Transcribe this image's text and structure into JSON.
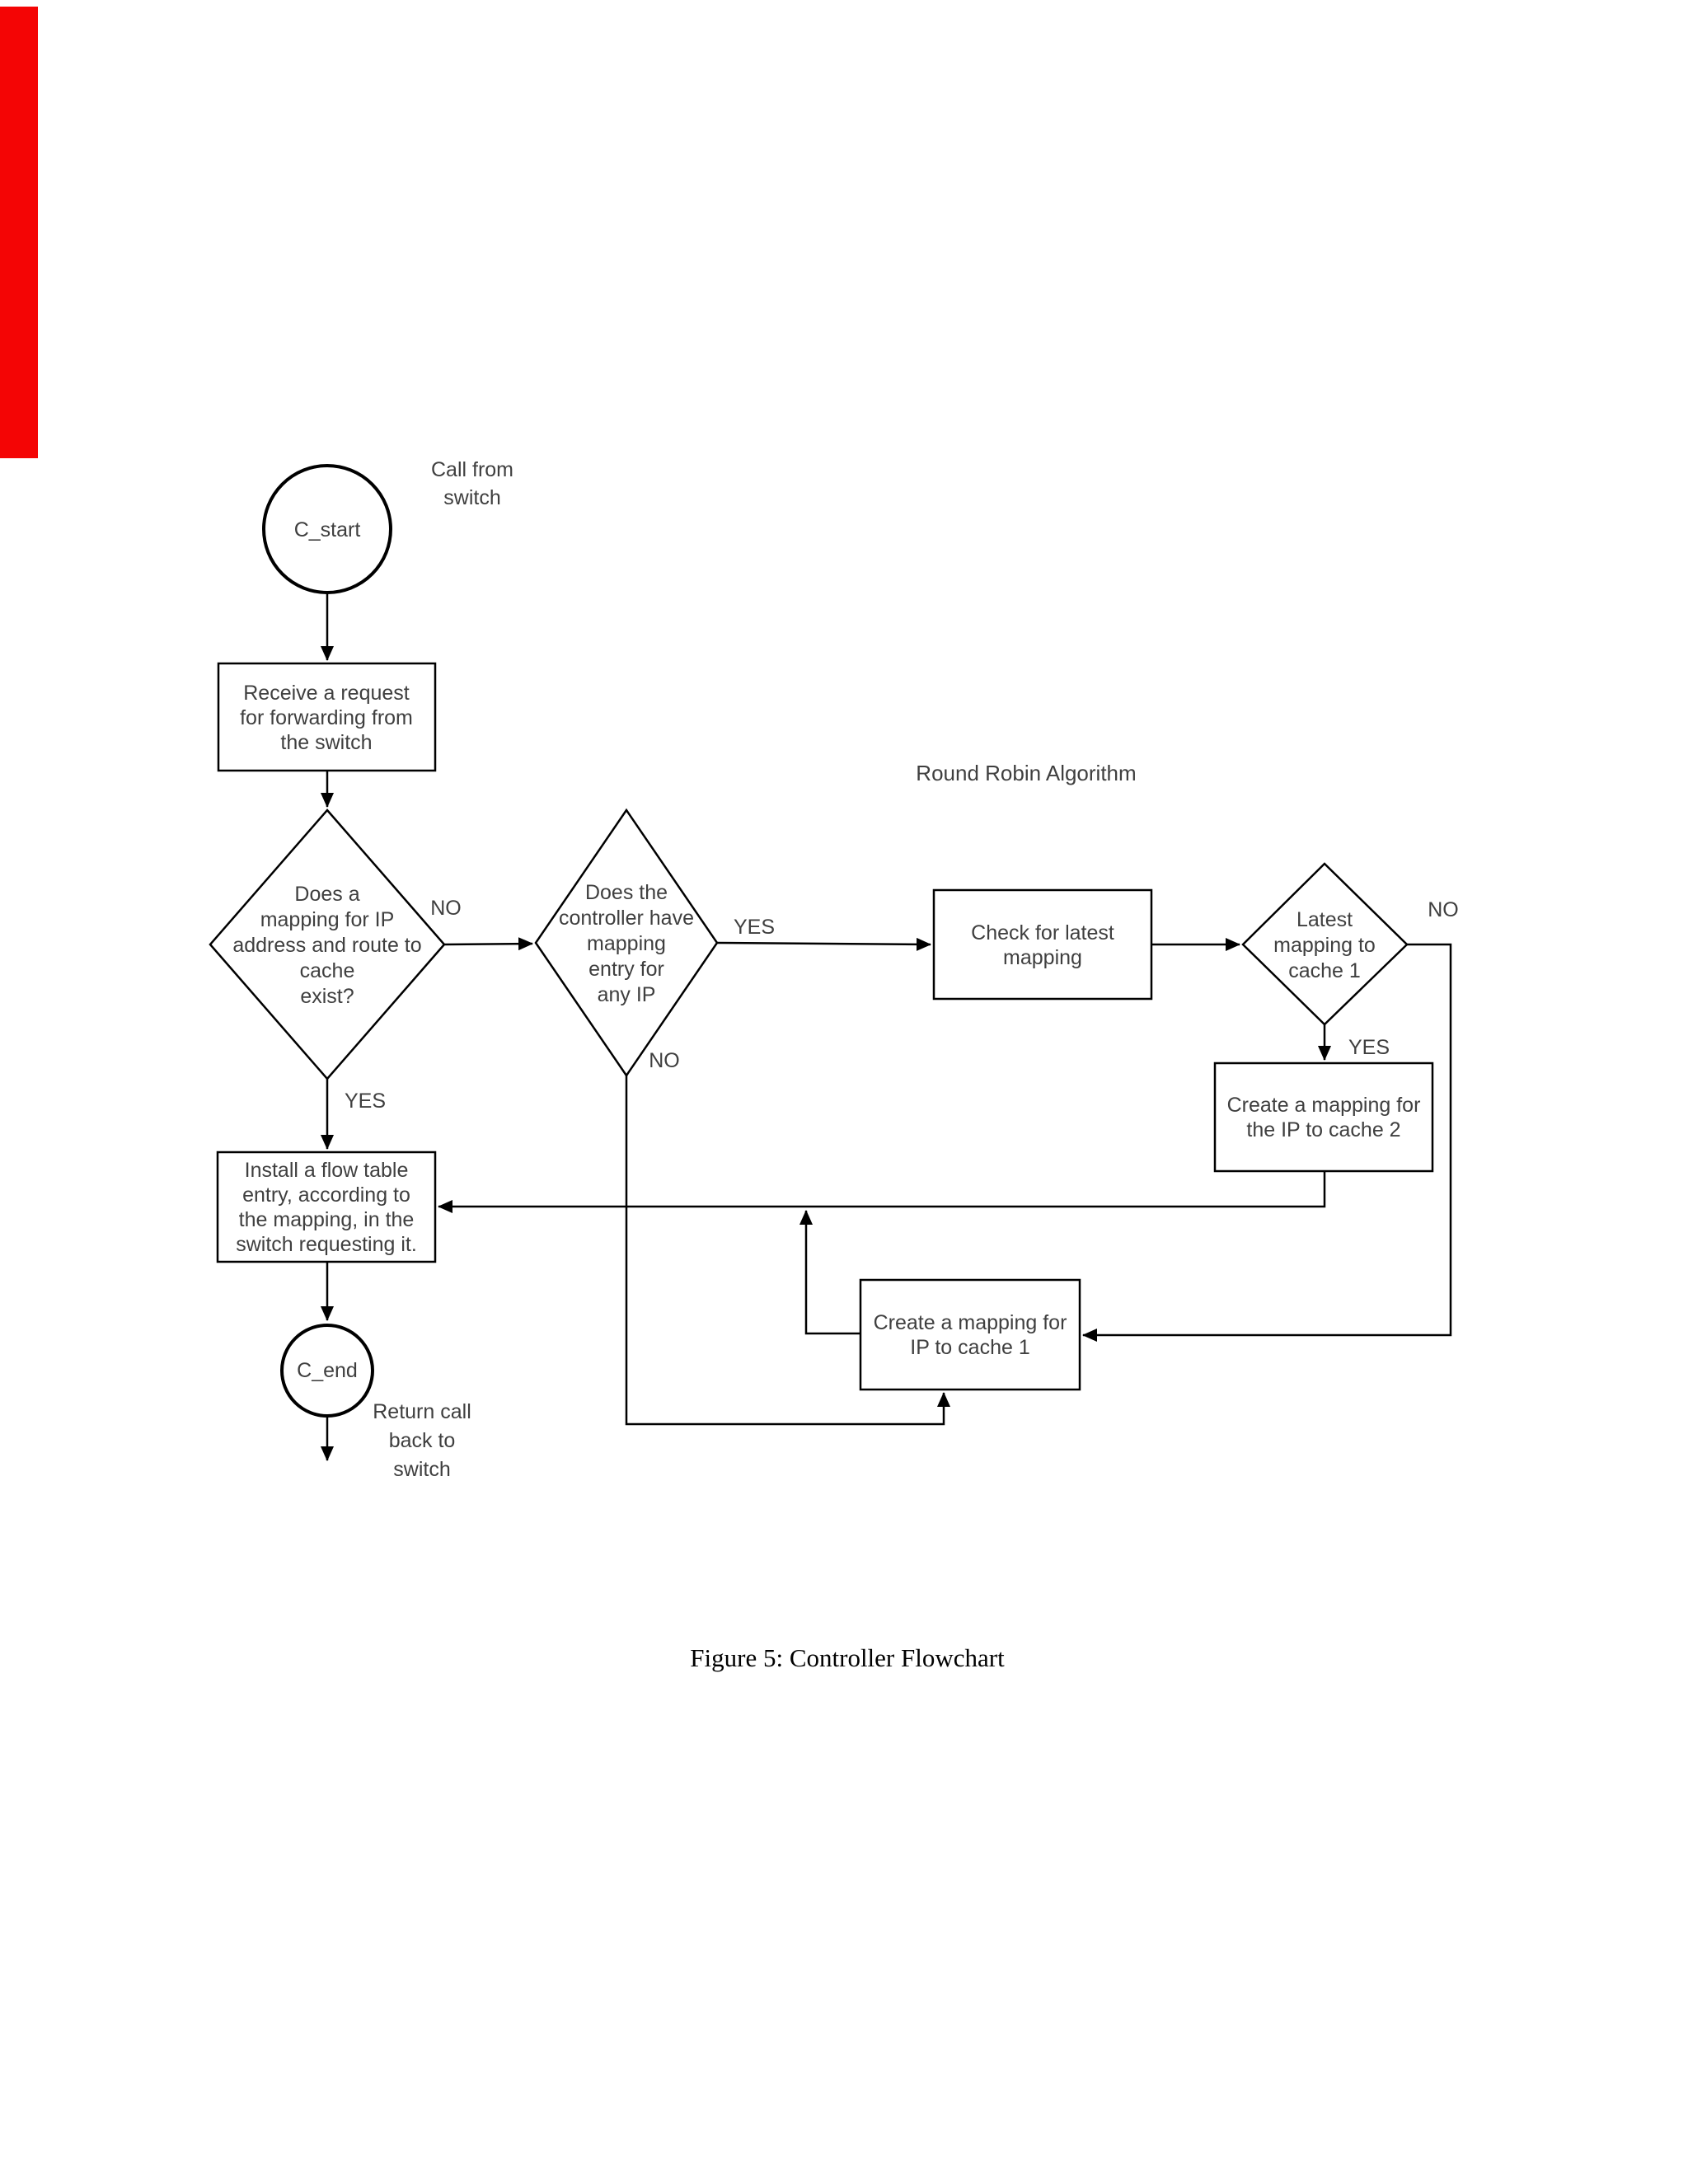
{
  "figure": {
    "caption": "Figure 5: Controller Flowchart"
  },
  "labels": {
    "round_robin": "Round Robin Algorithm",
    "call_from_switch": [
      "Call from",
      "switch"
    ],
    "return_call": [
      "Return call",
      "back to",
      "switch"
    ]
  },
  "nodes": {
    "c_start": {
      "label": "C_start"
    },
    "receive_request": {
      "lines": [
        "Receive a request",
        "for forwarding from",
        "the switch"
      ]
    },
    "mapping_exists": {
      "lines": [
        "Does a",
        "mapping for IP",
        "address and route to",
        "cache",
        "exist?"
      ]
    },
    "controller_has_mapping": {
      "lines": [
        "Does the",
        "controller have",
        "mapping",
        "entry for",
        "any IP"
      ]
    },
    "check_latest": {
      "lines": [
        "Check for latest",
        "mapping"
      ]
    },
    "latest_mapping_cache1": {
      "lines": [
        "Latest",
        "mapping to",
        "cache 1"
      ]
    },
    "create_mapping_cache2": {
      "lines": [
        "Create a mapping for",
        "the IP to cache 2"
      ]
    },
    "create_mapping_cache1": {
      "lines": [
        "Create a mapping for",
        "IP to cache 1"
      ]
    },
    "install_flow_entry": {
      "lines": [
        "Install a flow table",
        "entry, according to",
        "the mapping, in the",
        "switch requesting it."
      ]
    },
    "c_end": {
      "label": "C_end"
    }
  },
  "branch_labels": {
    "mapping_exists_no": "NO",
    "mapping_exists_yes": "YES",
    "controller_has_mapping_yes": "YES",
    "controller_has_mapping_no": "NO",
    "latest_mapping_no": "NO",
    "latest_mapping_yes": "YES"
  },
  "colors": {
    "background": "#ffffff",
    "line": "#000000",
    "node_text": "#3f3f3f",
    "caption_text": "#000000",
    "red_bar": "#f40505"
  }
}
